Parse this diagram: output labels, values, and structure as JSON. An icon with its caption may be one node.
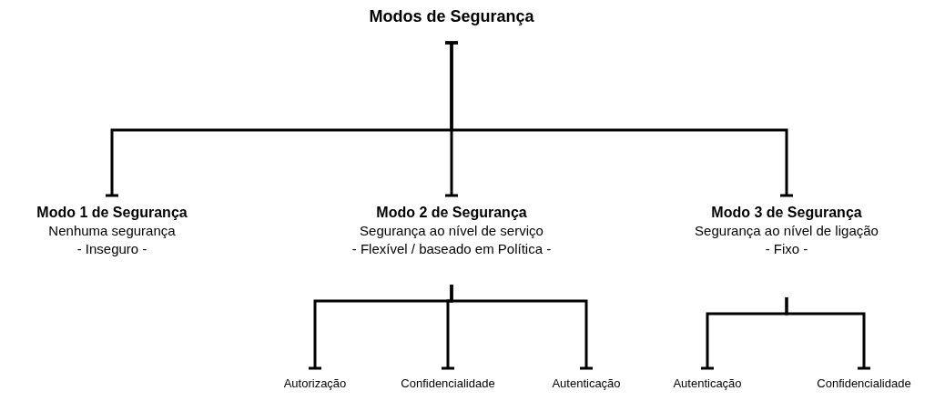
{
  "diagram": {
    "nodes": [
      {
        "text": [
          "Modos de Segurança"
        ]
      },
      {
        "text": [
          "Modo 1 de Segurança",
          "Nenhuma segurança",
          "- Inseguro -"
        ]
      },
      {
        "text": [
          "Modo 2 de Segurança",
          "Segurança ao nível de serviço",
          "- Flexível / baseado em Política -"
        ]
      },
      {
        "text": [
          "Modo 3 de Segurança",
          "Segurança ao nível de ligação",
          "- Fixo -"
        ]
      },
      {
        "text": [
          "Autorização"
        ]
      },
      {
        "text": [
          "Confidencialidade"
        ]
      },
      {
        "text": [
          "Autenticação"
        ]
      },
      {
        "text": [
          "Autenticação"
        ]
      },
      {
        "text": [
          "Confidencialidade"
        ]
      }
    ],
    "edges": [
      {
        "from": 0,
        "to": 1,
        "arrow": "other"
      },
      {
        "from": 0,
        "to": 2,
        "arrow": "other"
      },
      {
        "from": 0,
        "to": 3,
        "arrow": "other"
      },
      {
        "from": 2,
        "to": 4,
        "arrow": "other"
      },
      {
        "from": 2,
        "to": 5,
        "arrow": "other"
      },
      {
        "from": 2,
        "to": 6,
        "arrow": "other"
      },
      {
        "from": 3,
        "to": 7,
        "arrow": "other"
      },
      {
        "from": 3,
        "to": 8,
        "arrow": "other"
      }
    ]
  }
}
